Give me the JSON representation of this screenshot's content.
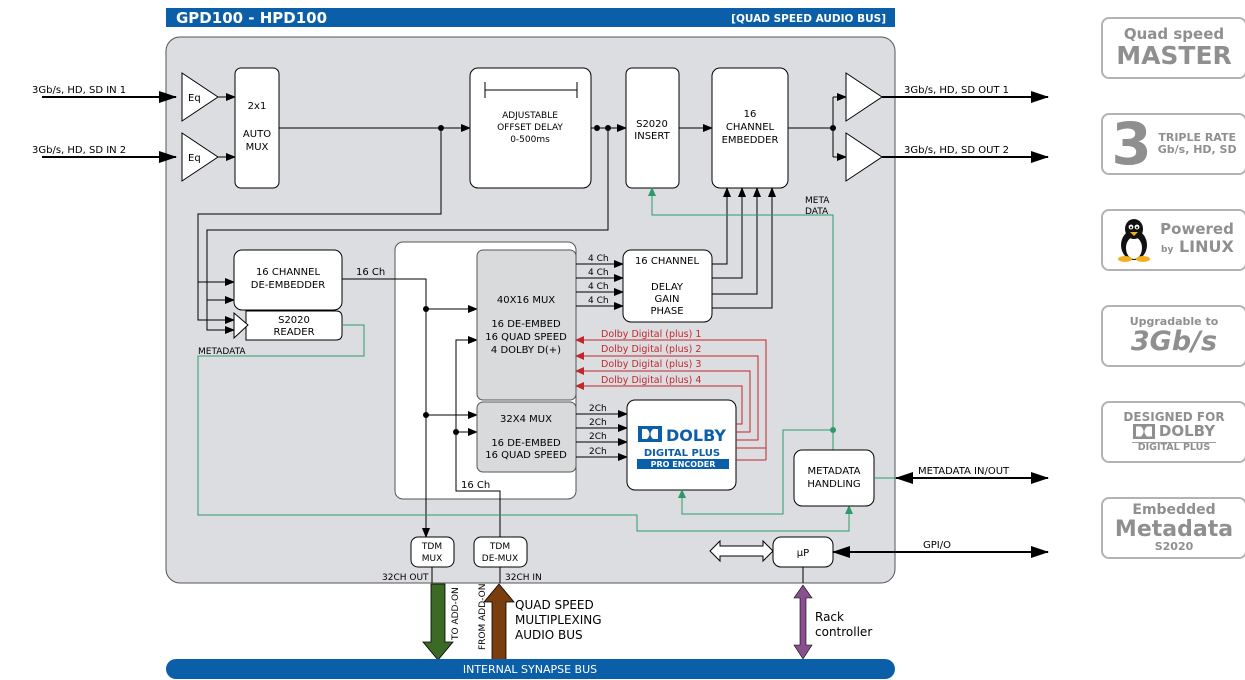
{
  "header": {
    "title": "GPD100 - HPD100",
    "subtitle": "[QUAD SPEED AUDIO BUS]"
  },
  "inputs": {
    "in1": "3Gb/s, HD, SD IN 1",
    "in2": "3Gb/s, HD, SD IN 2"
  },
  "outputs": {
    "out1": "3Gb/s, HD, SD OUT 1",
    "out2": "3Gb/s, HD, SD OUT 2"
  },
  "blocks": {
    "eq": "Eq",
    "auto_mux": [
      "2x1",
      "AUTO",
      "MUX"
    ],
    "offset_delay": [
      "ADJUSTABLE",
      "OFFSET DELAY",
      "0-500ms"
    ],
    "insert": [
      "S2020",
      "INSERT"
    ],
    "embedder": [
      "16",
      "CHANNEL",
      "EMBEDDER"
    ],
    "deembedder": [
      "16 CHANNEL",
      "DE-EMBEDDER"
    ],
    "reader": [
      "S2020",
      "READER"
    ],
    "mux40": [
      "40X16 MUX",
      "",
      "16 DE-EMBED",
      "16 QUAD SPEED",
      "4 DOLBY D(+)"
    ],
    "mux32": [
      "32X4 MUX",
      "",
      "16 DE-EMBED",
      "16 QUAD SPEED"
    ],
    "delay_gain": [
      "16 CHANNEL",
      "",
      "DELAY",
      "GAIN",
      "PHASE"
    ],
    "metadata_handling": [
      "METADATA",
      "HANDLING"
    ],
    "tdm_mux": [
      "TDM",
      "MUX"
    ],
    "tdm_demux": [
      "TDM",
      "DE-MUX"
    ],
    "up": "µP"
  },
  "labels": {
    "ch16": "16 Ch",
    "ch16_b": "16 Ch",
    "ch4": [
      "4 Ch",
      "4 Ch",
      "4 Ch",
      "4 Ch"
    ],
    "ch2": [
      "2Ch",
      "2Ch",
      "2Ch",
      "2Ch"
    ],
    "metadata": "METADATA",
    "meta_data": [
      "META",
      "DATA"
    ],
    "metadata_io": "METADATA IN/OUT",
    "gpio": "GPI/O",
    "out32": "32CH OUT",
    "in32": "32CH IN",
    "to_addon": "TO ADD-ON",
    "from_addon": "FROM ADD-ON",
    "quad_bus": [
      "QUAD SPEED",
      "MULTIPLEXING",
      "AUDIO BUS"
    ],
    "rack": [
      "Rack",
      "controller"
    ],
    "internal_bus": "INTERNAL SYNAPSE BUS"
  },
  "dolby_streams": [
    "Dolby Digital (plus) 1",
    "Dolby Digital (plus) 2",
    "Dolby Digital (plus) 3",
    "Dolby Digital (plus) 4"
  ],
  "dolby_encoder": {
    "brand": "DOLBY",
    "line1": "DIGITAL PLUS",
    "line2": "PRO ENCODER"
  },
  "badges": {
    "quad": {
      "top": "Quad speed",
      "main": "MASTER"
    },
    "triple": {
      "num": "3",
      "l1": "TRIPLE RATE",
      "l2": "Gb/s, HD, SD"
    },
    "linux": {
      "l1": "Powered",
      "by": "by",
      "l2": "LINUX"
    },
    "upgradable": {
      "l1": "Upgradable to",
      "l2": "3Gb/s"
    },
    "designed": {
      "l1": "DESIGNED FOR",
      "brand": "DOLBY",
      "l2": "DIGITAL PLUS"
    },
    "embedded": {
      "l1": "Embedded",
      "l2": "Metadata",
      "l3": "S2020"
    }
  },
  "colors": {
    "header_blue": "#0b5ea8",
    "panel": "#dcdde0",
    "green_line": "#2e9a6a",
    "red_line": "#c0282d",
    "to_addon_arrow": "#3a6a23",
    "from_addon_arrow": "#7a3d10",
    "rack_arrow": "#8a4f8f",
    "dolby_blue": "#0b5ea8"
  }
}
